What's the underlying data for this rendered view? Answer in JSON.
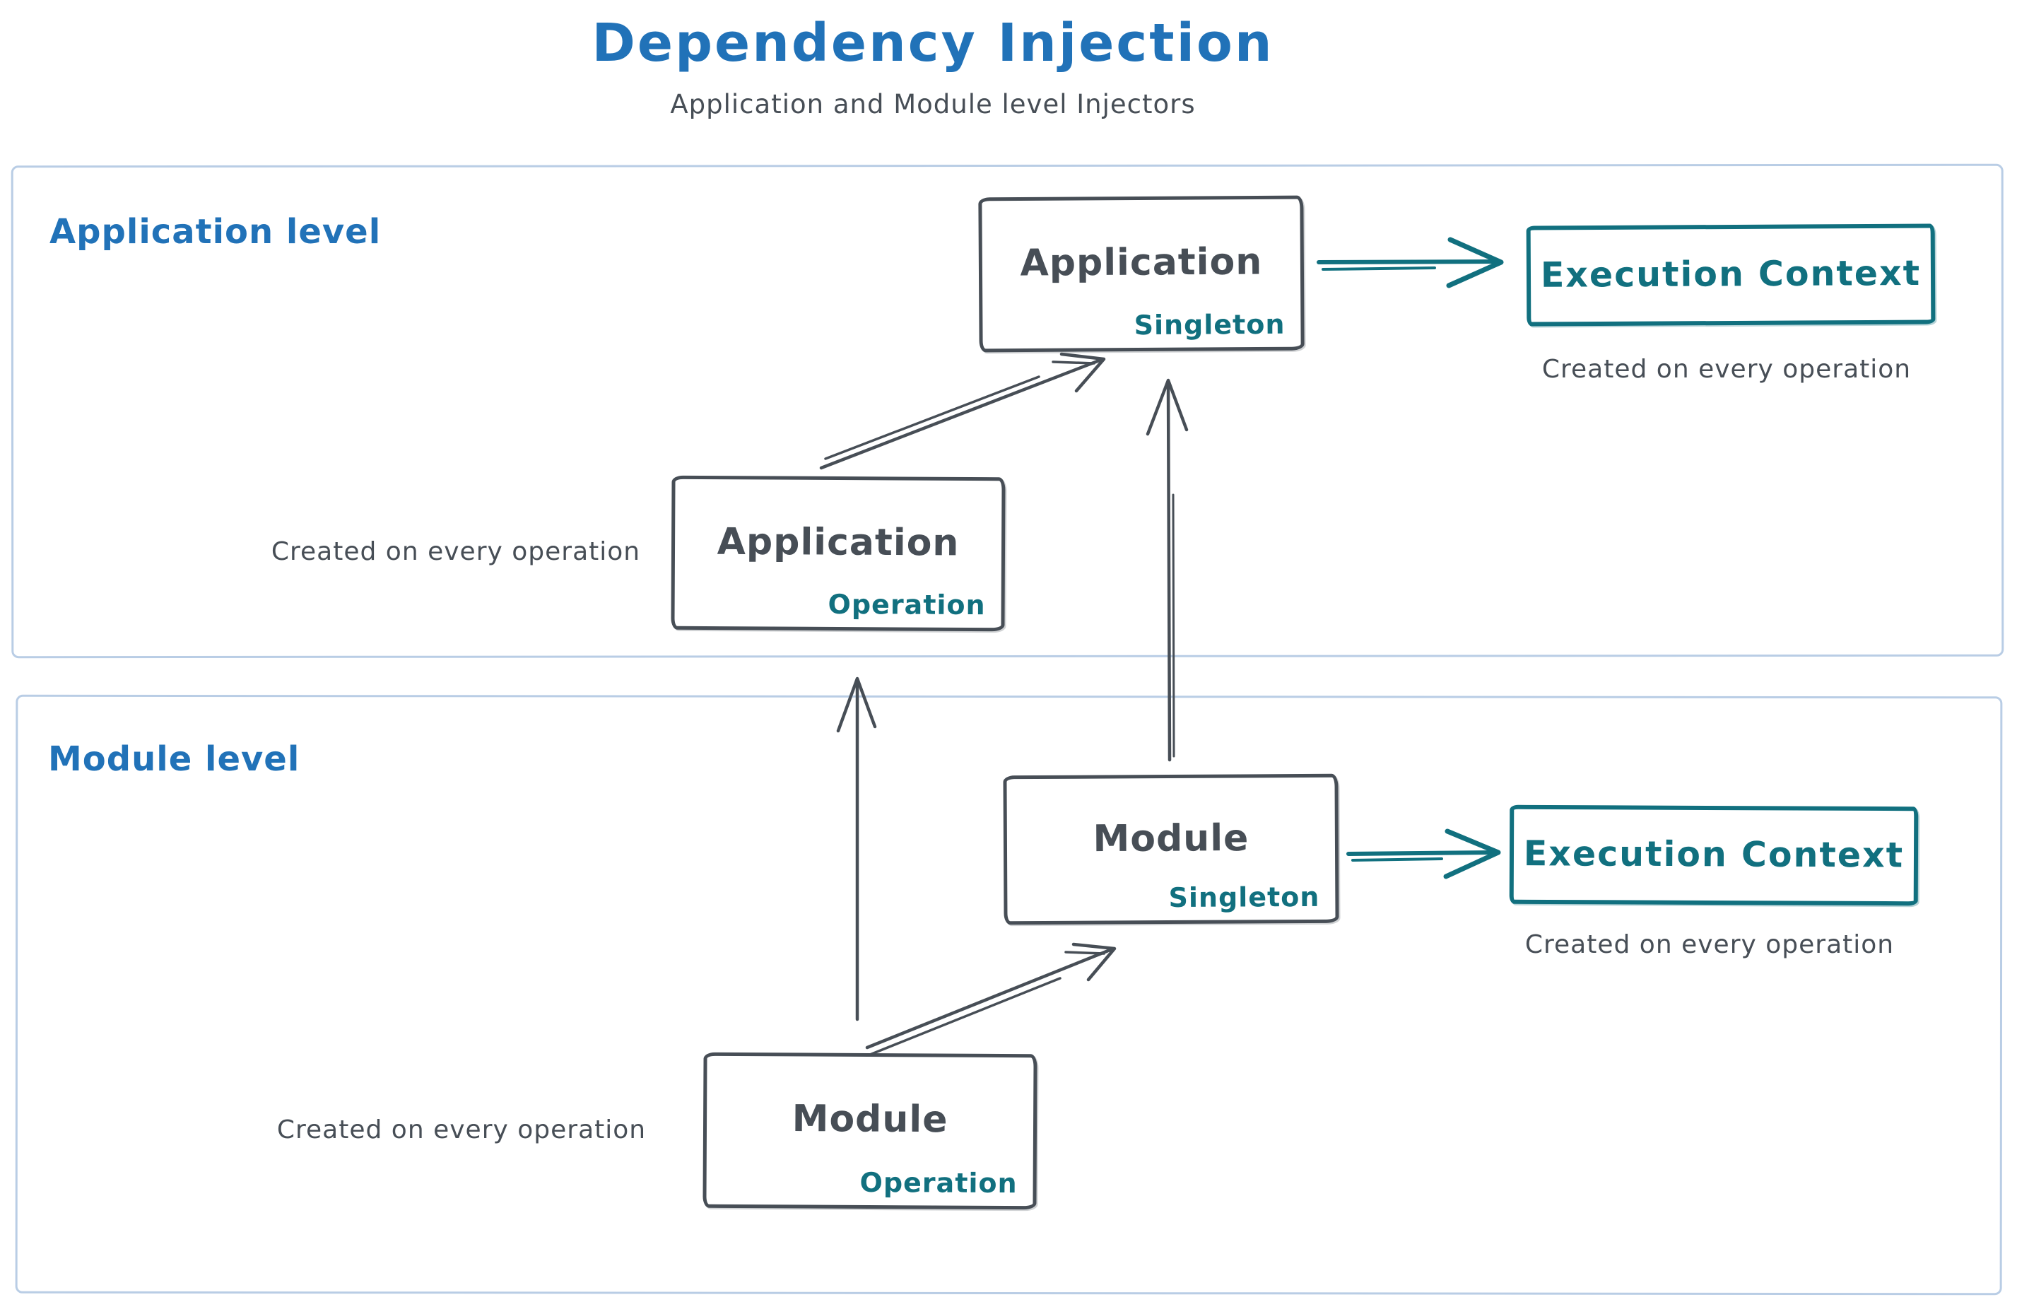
{
  "title": "Dependency Injection",
  "subtitle": "Application and Module level Injectors",
  "colors": {
    "blue": "#2172b8",
    "teal": "#11707f",
    "dark": "#474e56",
    "frame": "#b9cde5"
  },
  "application_level": {
    "label": "Application level",
    "singleton_box": {
      "name": "Application",
      "scope": "Singleton"
    },
    "operation_box": {
      "name": "Application",
      "scope": "Operation"
    },
    "operation_note": "Created on every operation",
    "execution_context": {
      "label": "Execution Context",
      "note": "Created on every operation"
    }
  },
  "module_level": {
    "label": "Module level",
    "singleton_box": {
      "name": "Module",
      "scope": "Singleton"
    },
    "operation_box": {
      "name": "Module",
      "scope": "Operation"
    },
    "operation_note": "Created on every operation",
    "execution_context": {
      "label": "Execution Context",
      "note": "Created on every operation"
    }
  }
}
